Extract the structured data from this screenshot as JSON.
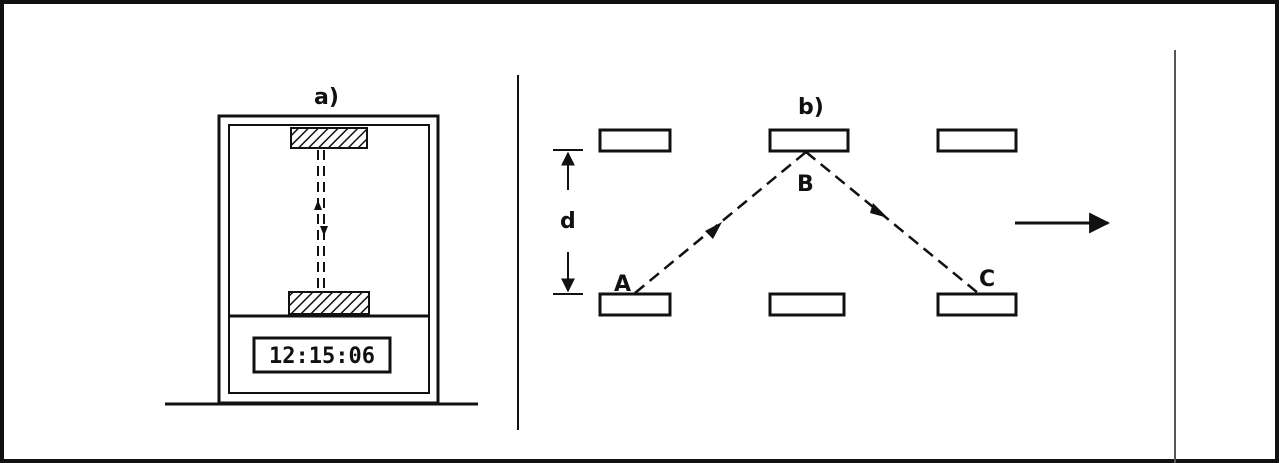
{
  "panel_a": {
    "label": "a)",
    "clock_display": "12:15:06"
  },
  "panel_b": {
    "label": "b)",
    "distance_label": "d",
    "point_a": "A",
    "point_b": "B",
    "point_c": "C"
  },
  "colors": {
    "ink": "#111111",
    "background": "#ffffff"
  }
}
